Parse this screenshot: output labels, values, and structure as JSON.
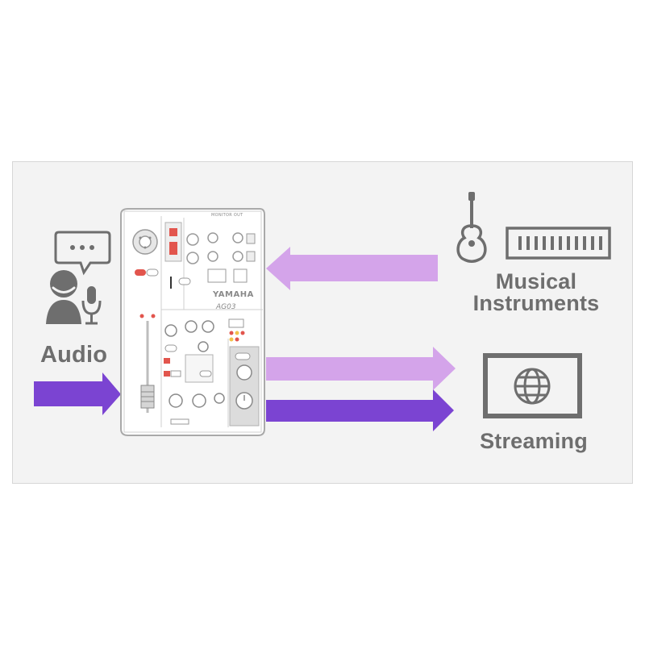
{
  "labels": {
    "audio": "Audio",
    "musical_line1": "Musical",
    "musical_line2": "Instruments",
    "streaming": "Streaming"
  },
  "mixer": {
    "brand": "YAMAHA",
    "model": "AG03",
    "monitor_out": "MONITOR OUT"
  },
  "colors": {
    "panel_bg": "#f3f3f3",
    "icon_gray": "#6e6e6e",
    "arrow_light": "#d4a4ea",
    "arrow_dark": "#7b44d2",
    "mixer_red": "#e2554d"
  },
  "icons": {
    "audio": "person-speech-mic-icon",
    "guitar": "acoustic-guitar-icon",
    "keyboard": "piano-keyboard-icon",
    "streaming": "monitor-globe-icon"
  }
}
